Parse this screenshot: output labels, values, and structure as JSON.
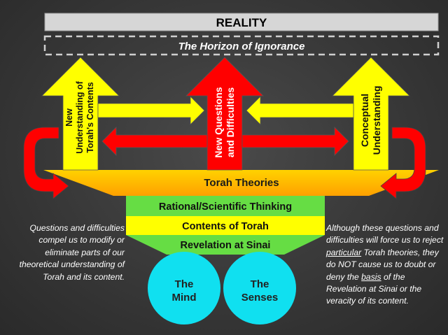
{
  "reality": "REALITY",
  "horizon": "The Horizon of Ignorance",
  "arrows": {
    "left": [
      "New",
      "Understanding of",
      "Torah's Contents"
    ],
    "center": [
      "New Questions",
      "and Difficulties"
    ],
    "right": [
      "Conceptual",
      "Understanding"
    ]
  },
  "layers": {
    "torah_theories": "Torah Theories",
    "rational": "Rational/Scientific Thinking",
    "contents": "Contents of Torah",
    "revelation": "Revelation at Sinai"
  },
  "circles": {
    "mind": [
      "The",
      "Mind"
    ],
    "senses": [
      "The",
      "Senses"
    ]
  },
  "left_text": "Questions and difficulties compel us to modify or eliminate parts of our theoretical understanding of Torah and its content.",
  "right_text": {
    "p1": "Although these questions and difficulties will force us to reject ",
    "u1": "particular",
    "p2": " Torah theories, they do NOT cause us to doubt or deny the ",
    "u2": "basis",
    "p3": " of the Revelation at Sinai or the veracity of its content."
  },
  "colors": {
    "yellow": "#ffff00",
    "red": "#ff0000",
    "orange": "#ffb400",
    "green": "#66dd44",
    "cyan": "#10e0f0"
  }
}
